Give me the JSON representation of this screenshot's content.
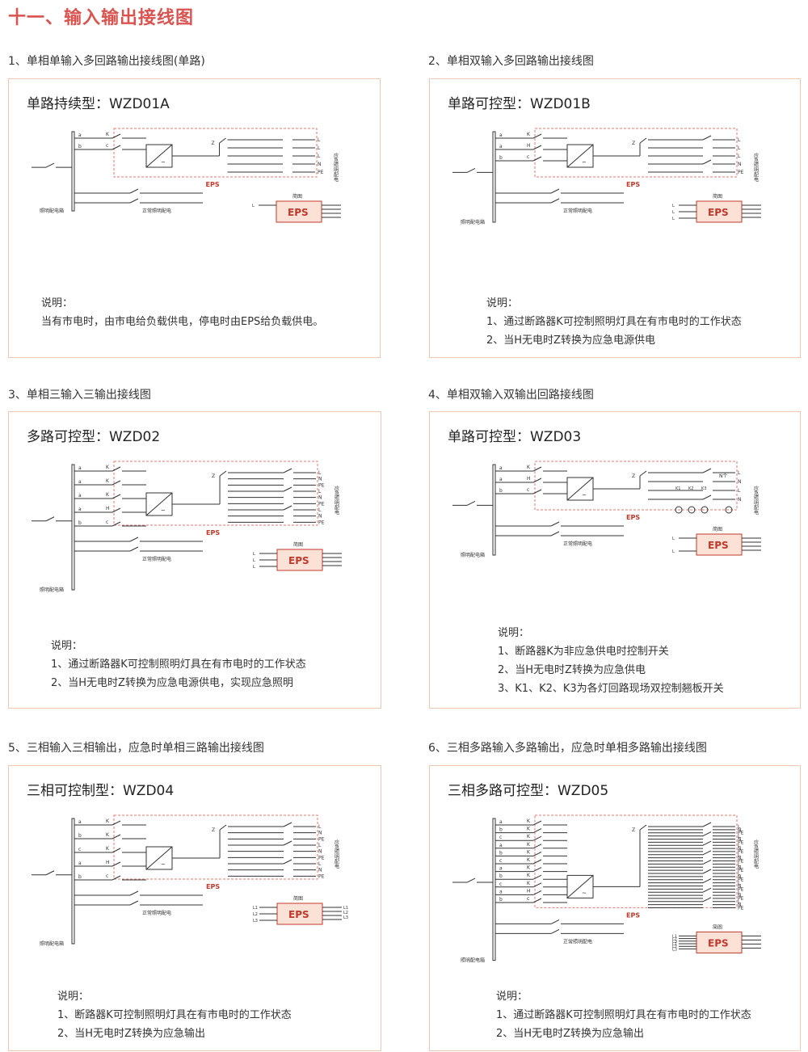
{
  "page_title": "十一、输入输出接线图",
  "colors": {
    "accent": "#d9534f",
    "panel_border": "#f0c7b4",
    "eps_fill": "#fbe1d6",
    "dashed": "#e07a70"
  },
  "sections": [
    {
      "title": "1、单相单输入多回路输出接线图(单路)",
      "model": "单路持续型：WZD01A",
      "diagram": {
        "eps": "EPS",
        "brief": "简图",
        "normal": "正常照明配电",
        "box": "照明配电箱",
        "emergency": "应急照明配电",
        "left_labels": [
          "a",
          "K",
          "b",
          "c"
        ],
        "out_labels": [
          "L",
          "L",
          "L",
          "N",
          "PE"
        ],
        "z": "Z",
        "eps_in": [
          "L"
        ],
        "eps_out": []
      },
      "desc": [
        "说明：",
        "当有市电时，由市电给负载供电，停电时由EPS给负载供电。"
      ]
    },
    {
      "title": "2、单相双输入多回路输出接线图",
      "model": "单路可控型：WZD01B",
      "diagram": {
        "eps": "EPS",
        "brief": "简图",
        "normal": "正常照明配电",
        "box": "照明配电箱",
        "emergency": "应急照明配电",
        "left_labels": [
          "a",
          "K",
          "a",
          "H",
          "b",
          "c"
        ],
        "out_labels": [
          "L",
          "L",
          "L",
          "N",
          "PE"
        ],
        "z": "Z",
        "eps_in": [
          "L",
          "L",
          "L"
        ],
        "eps_out": []
      },
      "desc": [
        "说明：",
        "1、通过断路器K可控制照明灯具在有市电时的工作状态",
        "2、当H无电时Z转换为应急电源供电"
      ]
    },
    {
      "title": "3、单相三输入三输出接线图",
      "model": "多路可控型：WZD02",
      "diagram": {
        "eps": "EPS",
        "brief": "简图",
        "normal": "正常照明配电",
        "box": "照明配电箱",
        "emergency": "应急照明配电",
        "left_labels": [
          "a",
          "K",
          "a",
          "K",
          "a",
          "K",
          "a",
          "H",
          "b",
          "c"
        ],
        "out_labels": [
          "L",
          "N",
          "PE",
          "L",
          "N",
          "PE",
          "L",
          "N",
          "PE"
        ],
        "z": "Z",
        "eps_in": [
          "L",
          "L",
          "L"
        ],
        "eps_out": []
      },
      "desc": [
        "说明：",
        "1、通过断路器K可控制照明灯具在有市电时的工作状态",
        "2、当H无电时Z转换为应急电源供电，实现应急照明"
      ]
    },
    {
      "title": "4、单相双输入双输出回路接线图",
      "model": "单路可控型：WZD03",
      "diagram": {
        "eps": "EPS",
        "brief": "简图",
        "normal": "正常照明配电",
        "box": "照明配电箱",
        "emergency": "应急照明配电",
        "left_labels": [
          "a",
          "K",
          "a",
          "H",
          "b",
          "c"
        ],
        "out_labels": [
          "L",
          "N",
          "L",
          "N"
        ],
        "z": "Z",
        "nge": "N个",
        "k_labels": [
          "K1",
          "K2",
          "K3"
        ],
        "eps_in": [
          "L",
          "L"
        ],
        "eps_out": []
      },
      "desc": [
        "说明：",
        "1、断路器K为非应急供电时控制开关",
        "2、当H无电时Z转换为应急供电",
        "3、K1、K2、K3为各灯回路现场双控制翘板开关"
      ]
    },
    {
      "title": "5、三相输入三相输出，应急时单相三路输出接线图",
      "model": "三相可控制型：WZD04",
      "diagram": {
        "eps": "EPS",
        "brief": "简图",
        "normal": "正常照明配电",
        "box": "照明配电箱",
        "emergency": "应急照明配电",
        "left_labels": [
          "a",
          "K",
          "b",
          "K",
          "c",
          "K",
          "a",
          "H",
          "b",
          "c"
        ],
        "out_labels": [
          "L",
          "N",
          "PE",
          "L",
          "N",
          "PE",
          "L",
          "N",
          "PE"
        ],
        "z": "Z",
        "eps_in": [
          "L1",
          "L2",
          "L3"
        ],
        "eps_out": [
          "L1",
          "L2",
          "L3"
        ]
      },
      "desc": [
        "说明：",
        "1、断路器K可控制照明灯具在有市电时的工作状态",
        "2、当H无电时Z转换为应急输出"
      ]
    },
    {
      "title": "6、三相多路输入多路输出，应急时单相多路输出接线图",
      "model": "三相多路可控型：WZD05",
      "diagram": {
        "eps": "EPS",
        "brief": "简图",
        "normal": "正常照明配电",
        "box": "照明配电箱",
        "emergency": "应急照明配电",
        "left_labels": [
          "a",
          "K",
          "b",
          "K",
          "c",
          "K",
          "a",
          "K",
          "b",
          "K",
          "c",
          "K",
          "a",
          "K",
          "b",
          "K",
          "c",
          "K",
          "a",
          "H",
          "b",
          "c"
        ],
        "out_labels": [
          "L",
          "N",
          "PE",
          "L",
          "N",
          "PE",
          "L",
          "N",
          "PE",
          "L",
          "N",
          "PE",
          "L",
          "N",
          "PE",
          "L",
          "N",
          "PE",
          "L",
          "N",
          "PE",
          "L",
          "N",
          "PE",
          "L",
          "N",
          "PE"
        ],
        "z": "Z",
        "eps_in": [
          "L1",
          "L2",
          "L3",
          "L1",
          "L2",
          "L3"
        ],
        "eps_out": []
      },
      "desc": [
        "说明：",
        "1、通过断路器K可控制照明灯具在有市电时的工作状态",
        "2、当H无电时Z转换为应急输出"
      ]
    }
  ]
}
